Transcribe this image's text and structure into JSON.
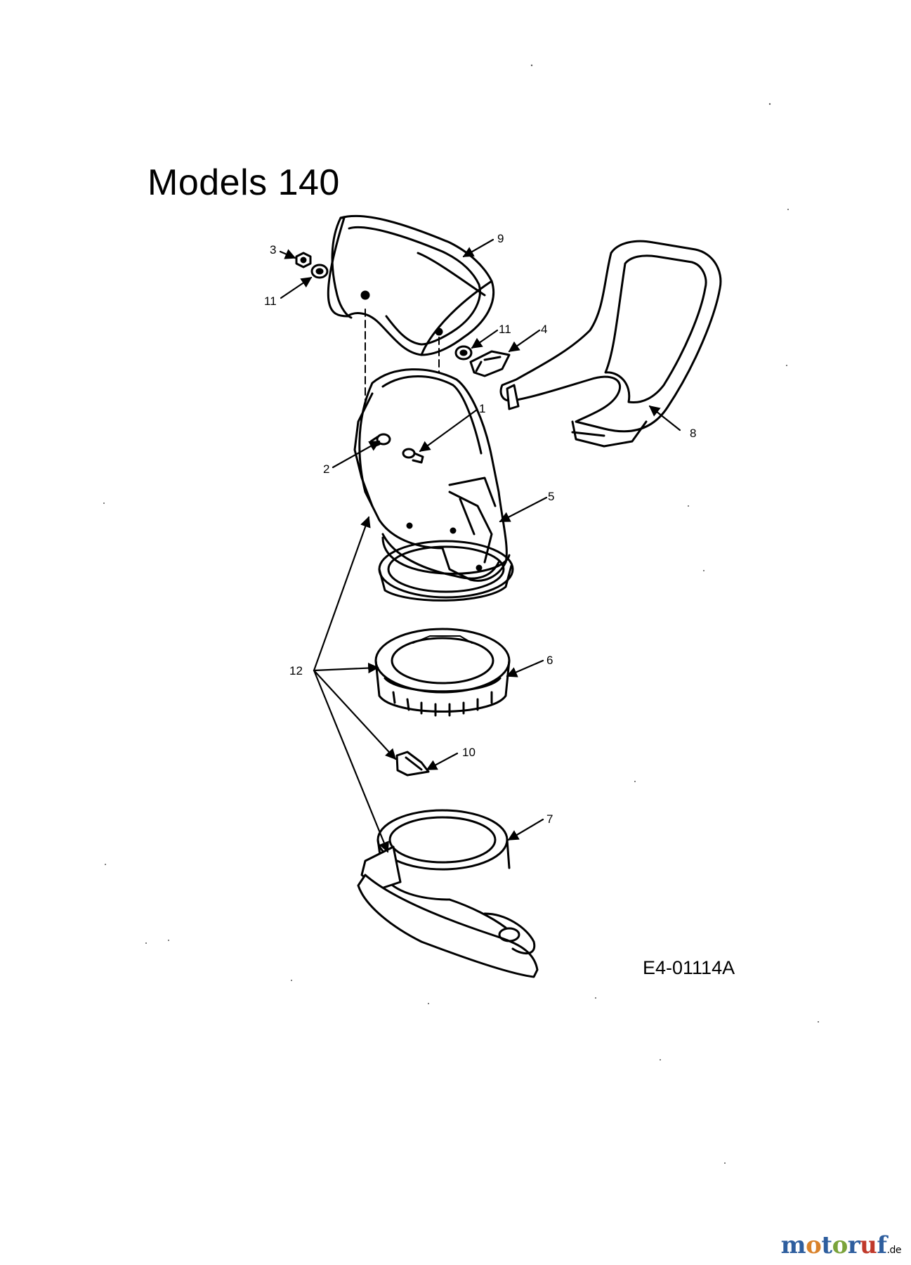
{
  "title": "Models 140",
  "drawing_code": "E4-01114A",
  "callouts": {
    "c1": "1",
    "c2": "2",
    "c3": "3",
    "c4": "4",
    "c5": "5",
    "c6": "6",
    "c7": "7",
    "c8": "8",
    "c9": "9",
    "c10": "10",
    "c11a": "11",
    "c11b": "11",
    "c12": "12"
  },
  "watermark": {
    "letters": [
      "m",
      "o",
      "t",
      "o",
      "r",
      "u",
      "f"
    ],
    "colors": [
      "#2e5e9e",
      "#d9822b",
      "#2e5e9e",
      "#7aa33b",
      "#2e5e9e",
      "#c0392b",
      "#2e5e9e"
    ],
    "domain": ".de"
  }
}
